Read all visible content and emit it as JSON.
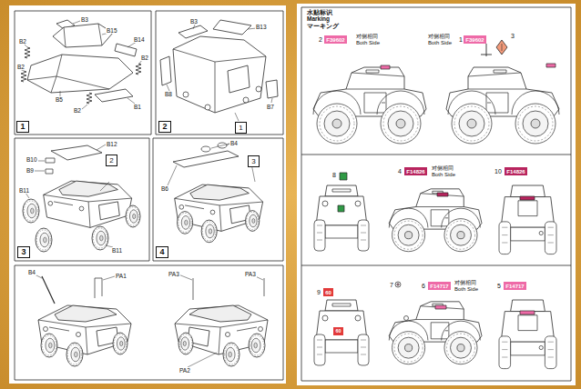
{
  "diagram": {
    "title": "水贴标识 Marking マーキング",
    "nodes": [
      {
        "text": [
          "1"
        ]
      },
      {
        "text": [
          "1"
        ]
      },
      {
        "text": [
          "2"
        ]
      },
      {
        "text": [
          "2"
        ]
      },
      {
        "text": [
          "3"
        ]
      },
      {
        "text": [
          "3"
        ]
      },
      {
        "text": [
          "4"
        ]
      },
      {
        "text": [
          "F39602"
        ]
      },
      {
        "text": [
          "F39602"
        ]
      },
      {
        "text": [
          "F14826"
        ]
      },
      {
        "text": [
          "F14826"
        ]
      },
      {
        "text": [
          "60"
        ]
      },
      {
        "text": [
          "60"
        ]
      },
      {
        "text": [
          "F14717"
        ]
      },
      {
        "text": [
          "F14717"
        ]
      }
    ],
    "labels": [
      "B3",
      "B15",
      "B14",
      "B2",
      "B2",
      "B2",
      "B5",
      "B2",
      "B1",
      "B3",
      "B13",
      "B8",
      "B7",
      "B12",
      "B10",
      "B9",
      "B11",
      "B11",
      "B4",
      "B6",
      "B4",
      "PA1",
      "PA3",
      "PA3",
      "PA2",
      "2",
      "对侧相同 Both Side",
      "对侧相同 Both Side",
      "1",
      "3",
      "8",
      "4",
      "对侧相同 Both Side",
      "10",
      "9",
      "7",
      "6",
      "对侧相同 Both Side",
      "5"
    ]
  }
}
